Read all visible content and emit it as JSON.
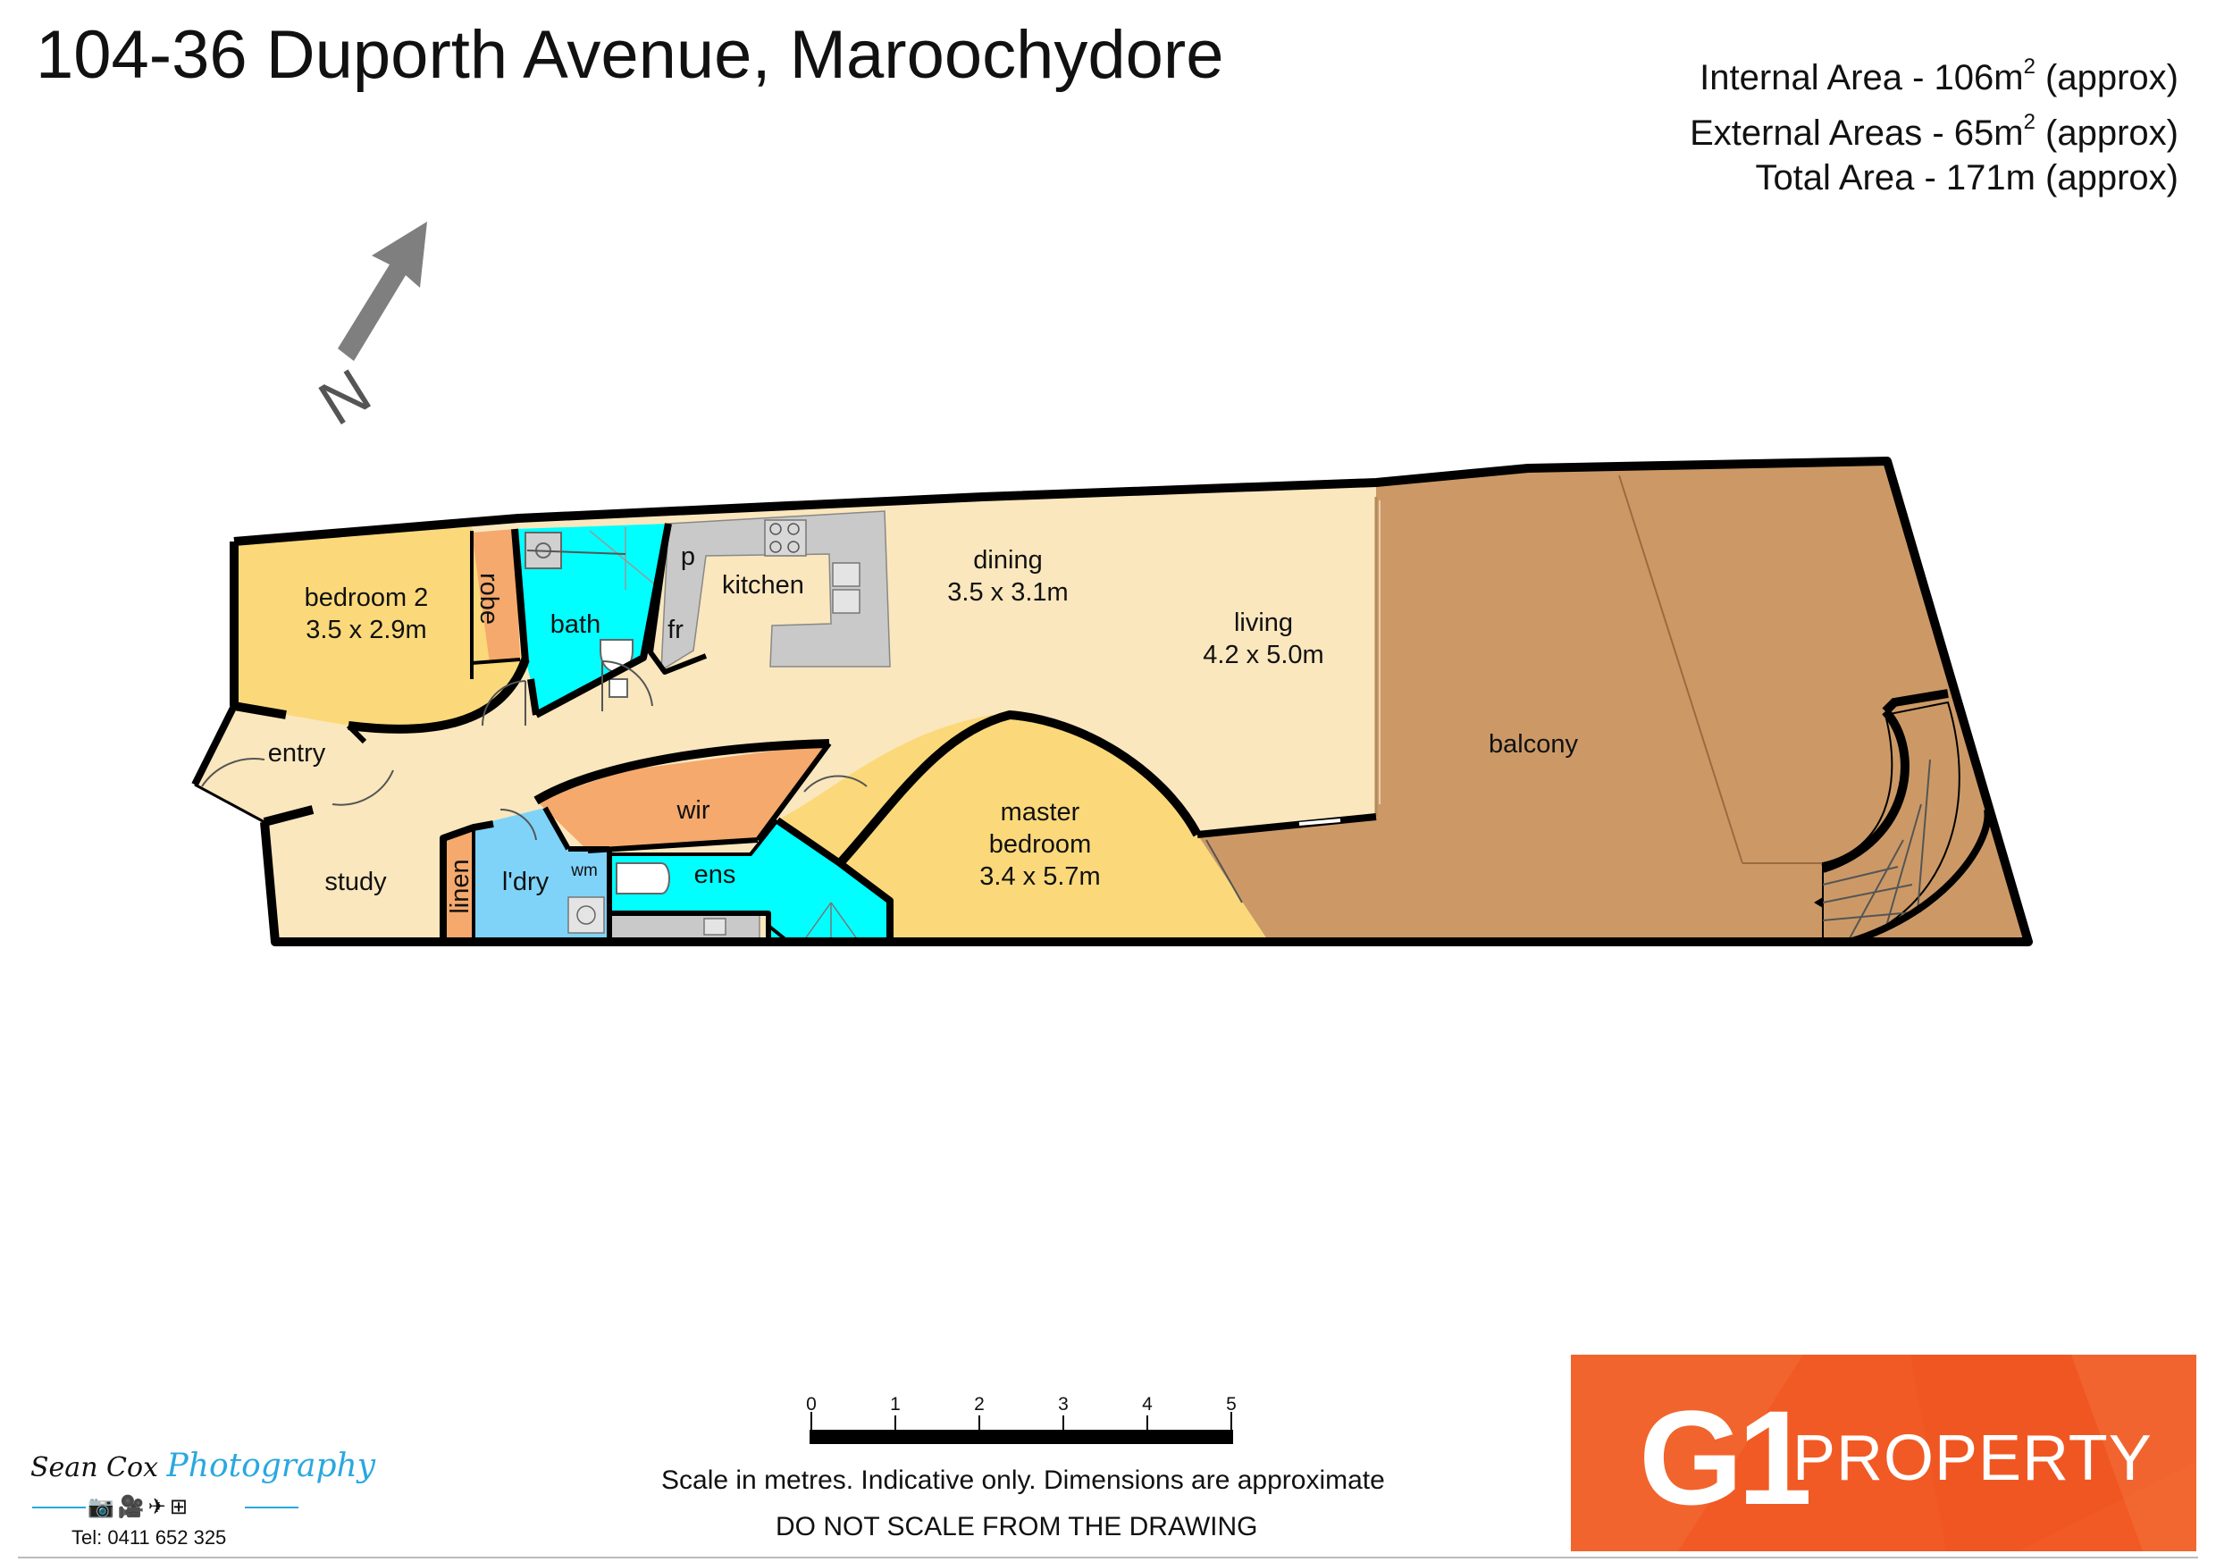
{
  "header": {
    "title": "104-36 Duporth Avenue, Maroochydore",
    "internal_area_text": "Internal Area - 106m",
    "internal_area_sup": "2",
    "internal_area_suffix": " (approx)",
    "external_area_text": "External Areas - 65m",
    "external_area_sup": "2",
    "external_area_suffix": " (approx)",
    "total_area_text": "Total Area - 171m (approx)"
  },
  "north": {
    "label": "N",
    "arrow_color": "#7f7f7f"
  },
  "colors": {
    "wall": "#000000",
    "living_floor": "#fbe7bd",
    "bedroom": "#fbd97a",
    "wet_area": "#00ffff",
    "laundry": "#7fd3f9",
    "robe": "#f5a96c",
    "balcony": "#cc9966",
    "fixture": "#c9c9c9"
  },
  "rooms": {
    "bedroom2": {
      "name": "bedroom 2",
      "dims": "3.5 x 2.9m"
    },
    "robe": {
      "name": "robe"
    },
    "bath": {
      "name": "bath"
    },
    "pantry": {
      "name": "p"
    },
    "fridge": {
      "name": "fr"
    },
    "kitchen": {
      "name": "kitchen"
    },
    "dining": {
      "name": "dining",
      "dims": "3.5 x 3.1m"
    },
    "living": {
      "name": "living",
      "dims": "4.2 x 5.0m"
    },
    "balcony": {
      "name": "balcony"
    },
    "entry": {
      "name": "entry"
    },
    "wir": {
      "name": "wir"
    },
    "study": {
      "name": "study"
    },
    "linen": {
      "name": "linen"
    },
    "laundry": {
      "name": "l'dry"
    },
    "washing_machine": {
      "name": "wm"
    },
    "ensuite": {
      "name": "ens"
    },
    "master": {
      "name": "master",
      "name2": "bedroom",
      "dims": "3.4 x 5.7m"
    }
  },
  "scale": {
    "ticks": [
      "0",
      "1",
      "2",
      "3",
      "4",
      "5"
    ],
    "note_line1": "Scale in metres. Indicative only. Dimensions are approximate",
    "note_line2": "DO NOT SCALE FROM THE DRAWING"
  },
  "brand": {
    "logo_mark": "G1",
    "logo_word": "PROPERTY",
    "bg_color": "#f15a24"
  },
  "photographer": {
    "name": "Sean Cox ",
    "name_script": "Photography",
    "icons": "camera-icon video-icon drone-icon floorplan-icon",
    "icons_glyphs": "📷🎥✈⊞",
    "tel": "Tel: 0411 652 325"
  }
}
